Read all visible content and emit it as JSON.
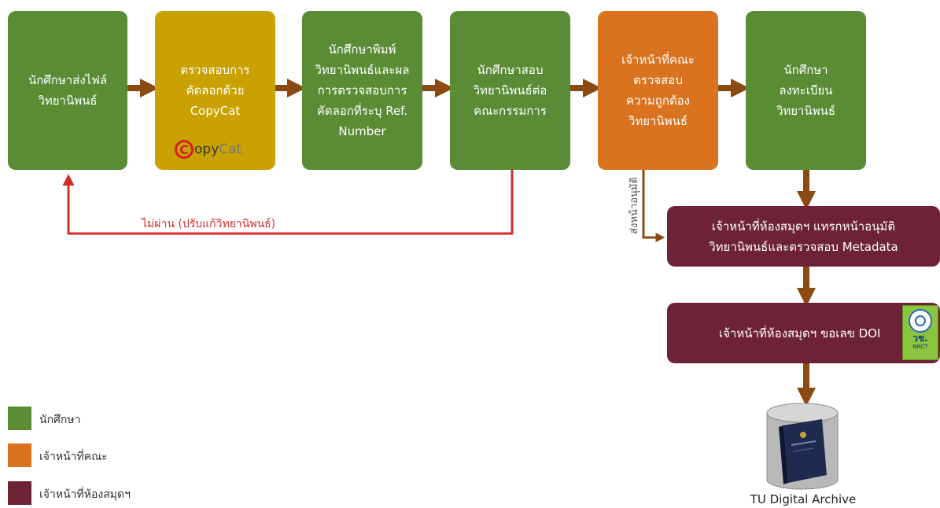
{
  "colors": {
    "student": "#5a8c36",
    "faculty_staff": "#d9731f",
    "library_staff": "#6d2236",
    "copycat": "#c9a100",
    "arrow": "#8b4a12",
    "reject": "#d62b2b"
  },
  "boxes": {
    "step1": "นักศึกษาส่งไฟล์\nวิทยานิพนธ์",
    "step2": "ตรวจสอบการ\nคัดลอกด้วย\nCopyCat",
    "step3": "นักศึกษาพิมพ์\nวิทยานิพนธ์และผล\nการตรวจสอบการ\nคัดลอกที่ระบุ Ref.\nNumber",
    "step4": "นักศึกษาสอบ\nวิทยานิพนธ์ต่อ\nคณะกรรมการ",
    "step5": "เจ้าหน้าที่คณะ\nตรวจสอบ\nความถูกต้อง\nวิทยานิพนธ์",
    "step6": "นักศึกษา\nลงทะเบียน\nวิทยานิพนธ์",
    "step7": "เจ้าหน้าที่ห้องสมุดฯ แทรกหน้าอนุมัติ\nวิทยานิพนธ์และตรวจสอบ Metadata",
    "step8": "เจ้าหน้าที่ห้องสมุดฯ ขอเลข DOI"
  },
  "copycat_logo": {
    "c": "C",
    "text_black": "opy",
    "text_gray": "Cat"
  },
  "reject_label": "ไม่ผ่าน (ปรับแก้วิทยานิพนธ์)",
  "side_label": "ส่งหน้าอนุมัติ",
  "nrct_badge": {
    "text": "วช.",
    "sub": "NRCT"
  },
  "archive_label": "TU Digital Archive",
  "legend": [
    {
      "label": "นักศึกษา",
      "color": "#5a8c36"
    },
    {
      "label": "เจ้าหน้าที่คณะ",
      "color": "#d9731f"
    },
    {
      "label": "เจ้าหน้าที่ห้องสมุดฯ",
      "color": "#6d2236"
    }
  ]
}
